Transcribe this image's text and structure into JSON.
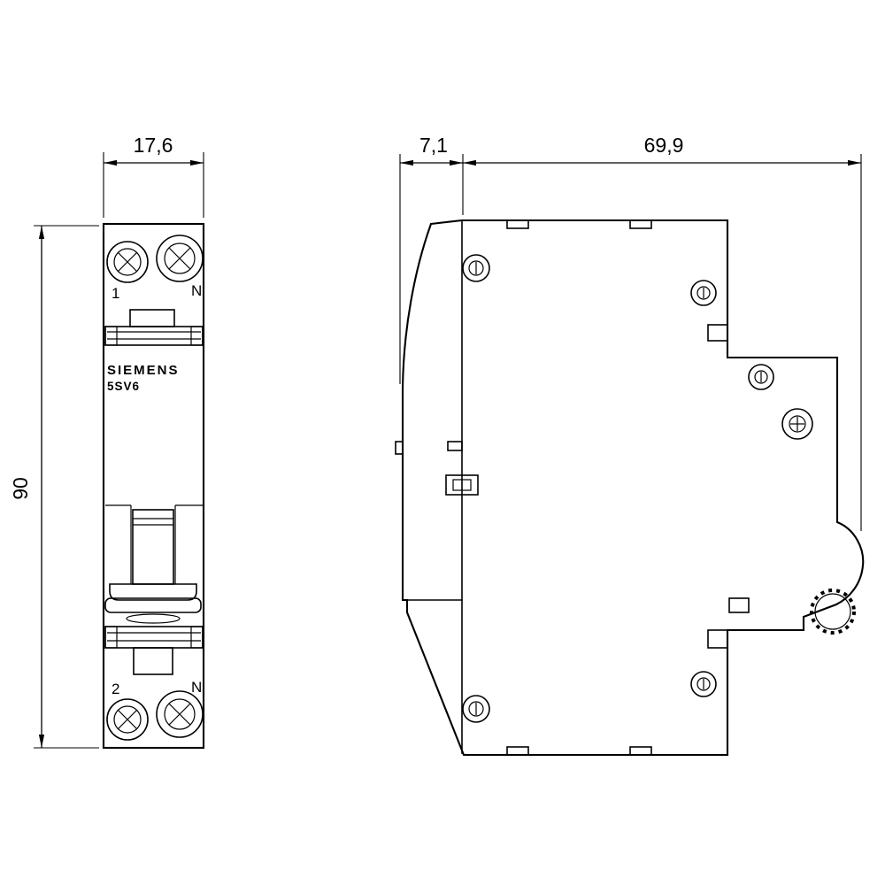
{
  "front_view": {
    "dim_width": "17,6",
    "dim_height": "90",
    "terminal_1": "1",
    "terminal_n_top": "N",
    "terminal_2": "2",
    "terminal_n_bottom": "N",
    "brand": "SIEMENS",
    "model": "5SV6"
  },
  "side_view": {
    "dim_front_depth": "7,1",
    "dim_body_depth": "69,9"
  },
  "colors": {
    "line": "#000000",
    "background": "#ffffff"
  }
}
